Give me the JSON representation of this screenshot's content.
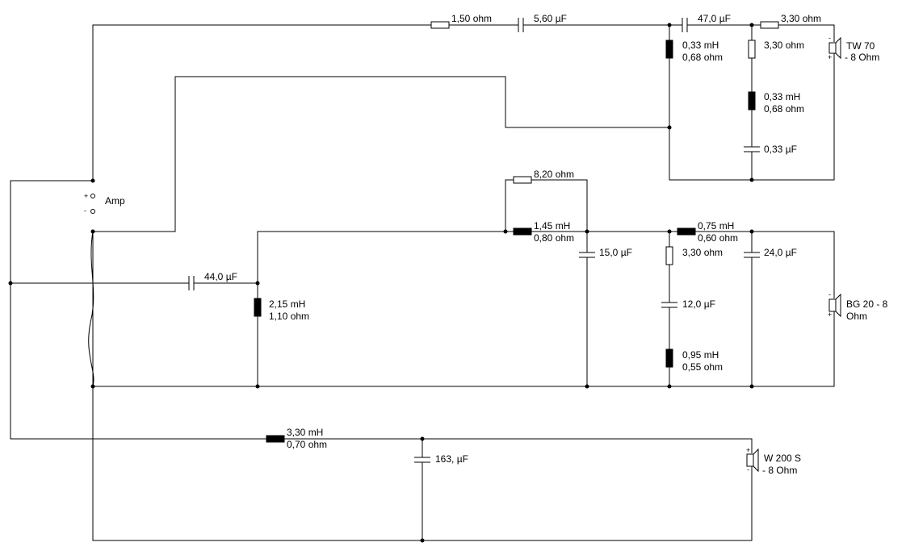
{
  "amp": {
    "label": "Amp",
    "plus": "+",
    "minus": "-"
  },
  "tweeter": {
    "name": [
      "TW 70",
      "- 8 Ohm"
    ],
    "series_r": "1,50 ohm",
    "series_c1": "5,60 µF",
    "series_c2": "47,0 µF",
    "shunt_l": [
      "0,33 mH",
      "0,68 ohm"
    ],
    "atten_r": "3,30 ohm",
    "notch_r": "3,30 ohm",
    "notch_l": [
      "0,33 mH",
      "0,68 ohm"
    ],
    "notch_c": "0,33 µF",
    "plus": "+",
    "minus": "-"
  },
  "midrange": {
    "name": [
      "BG 20 - 8",
      "Ohm"
    ],
    "parallel_r": "8,20 ohm",
    "series_l1": [
      "1,45 mH",
      "0,80 ohm"
    ],
    "shunt_c1": "15,0 µF",
    "notch_r": "3,30 ohm",
    "notch_c": "12,0 µF",
    "notch_l": [
      "0,95 mH",
      "0,55 ohm"
    ],
    "series_l2": [
      "0,75 mH",
      "0,60 ohm"
    ],
    "shunt_c2": "24,0 µF",
    "input_c": "44,0 µF",
    "shunt_l": [
      "2,15 mH",
      "1,10 ohm"
    ],
    "plus": "+",
    "minus": "-"
  },
  "woofer": {
    "name": [
      "W 200 S",
      "- 8 Ohm"
    ],
    "series_l": [
      "3,30 mH",
      "0,70 ohm"
    ],
    "shunt_c": "163, µF",
    "plus": "+",
    "minus": "-"
  }
}
